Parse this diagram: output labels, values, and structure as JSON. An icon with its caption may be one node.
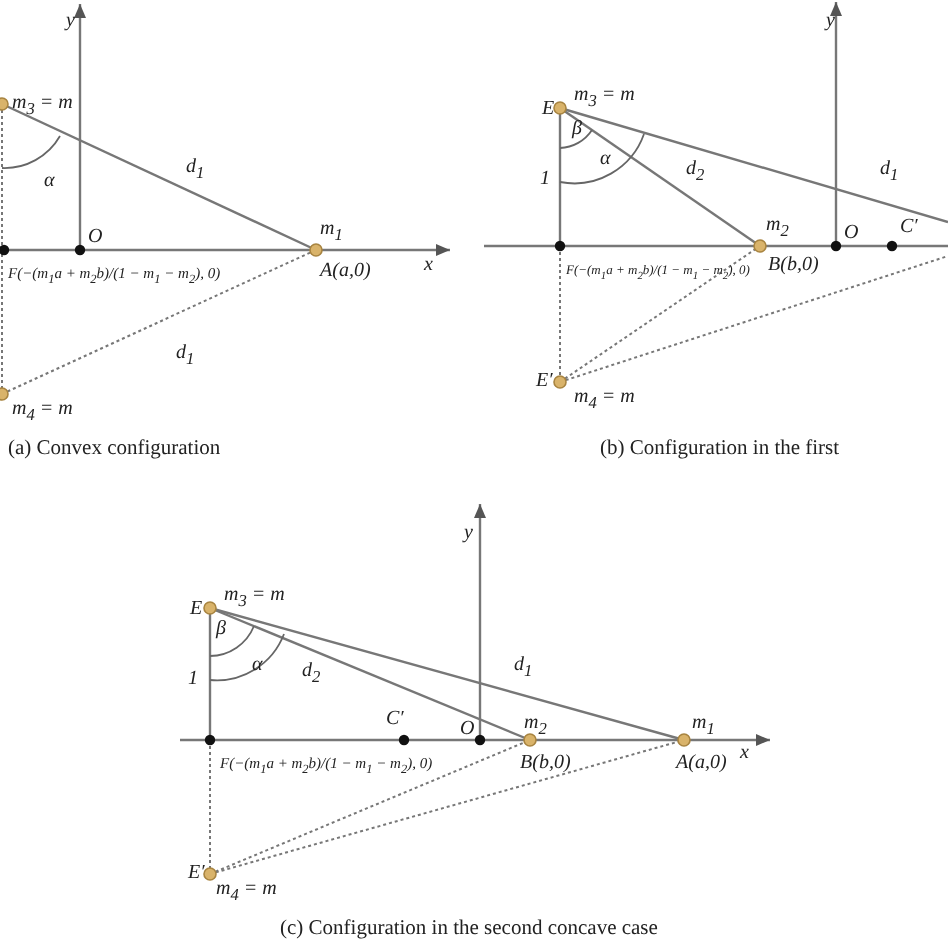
{
  "diagram": {
    "labels": [
      "y",
      "m$_{3}$ = m",
      "α",
      "d$_{1}$",
      "O",
      "m$_{1}$",
      "x",
      "F(−(m$_{1}$a + m$_{2}$b)/(1 − m$_{1}$ − m$_{2}$), 0)",
      "A(a,0)",
      "d$_{1}$",
      "m$_{4}$ = m",
      "(a) Convex configuration",
      "y",
      "E",
      "m$_{3}$ = m",
      "β",
      "α",
      "1",
      "d$_{2}$",
      "d$_{1}$",
      "m$_{2}$",
      "O",
      "C′",
      "F(−(m$_{1}$a + m$_{2}$b)/(1 − m$_{1}$ − m$_{2}$), 0)",
      "B(b,0)",
      "E′",
      "m$_{4}$ = m",
      "(b) Configuration in the first",
      "y",
      "E",
      "m$_{3}$ = m",
      "β",
      "α",
      "1",
      "d$_{2}$",
      "d$_{1}$",
      "C′",
      "O",
      "m$_{2}$",
      "m$_{1}$",
      "F(−(m$_{1}$a + m$_{2}$b)/(1 − m$_{1}$ − m$_{2}$), 0)",
      "B(b,0)",
      "A(a,0)",
      "x",
      "E′",
      "m$_{4}$ = m",
      "(c) Configuration in the second concave case"
    ]
  }
}
